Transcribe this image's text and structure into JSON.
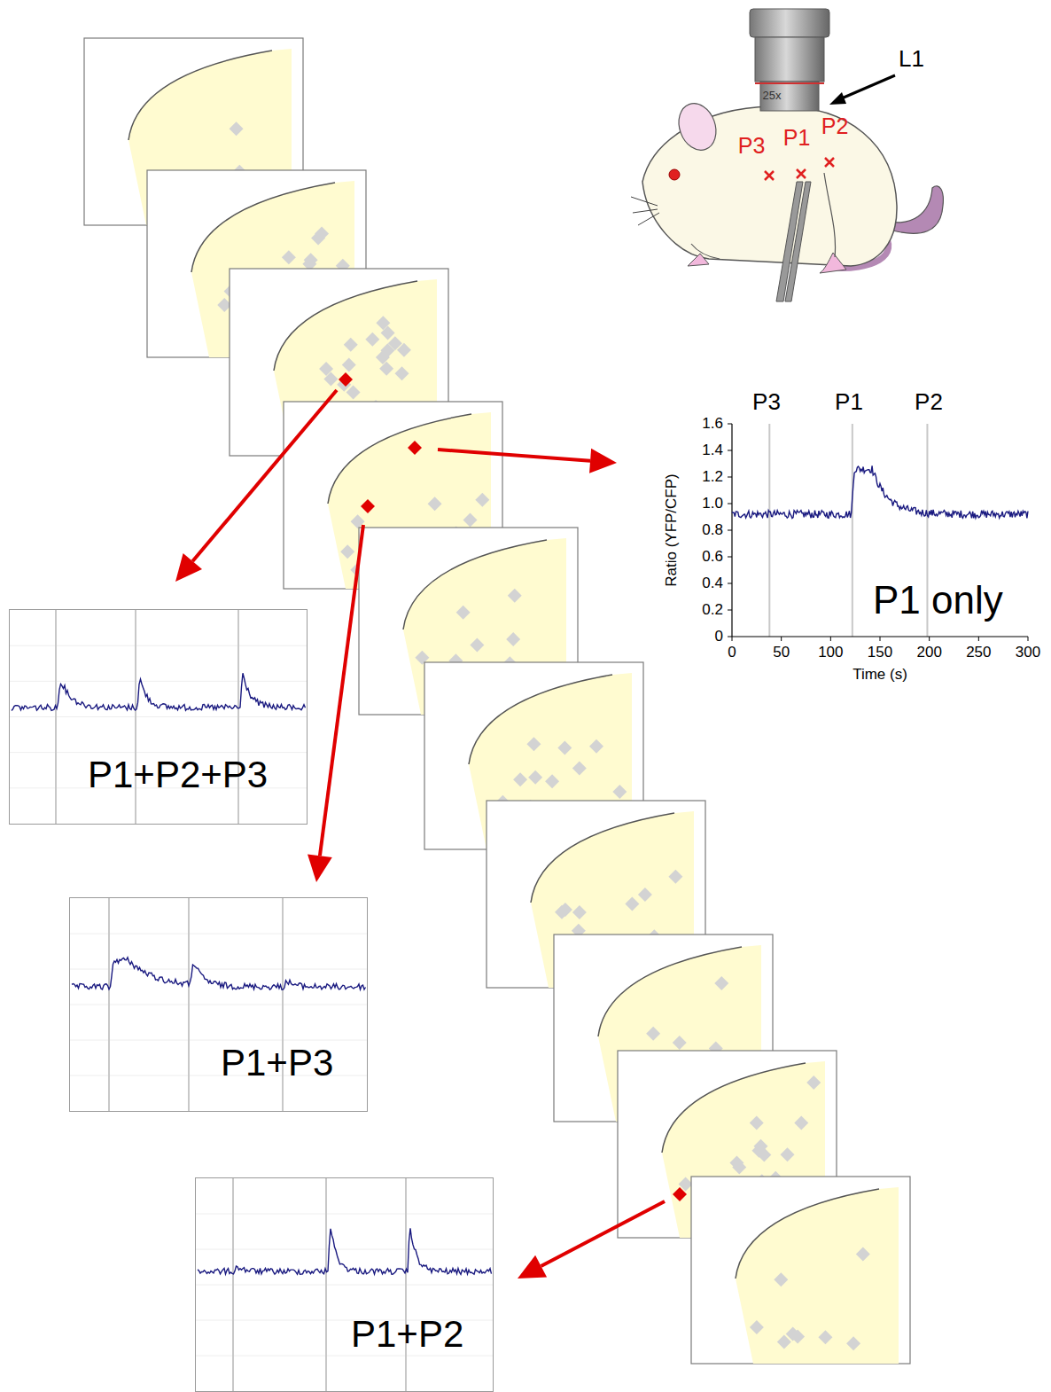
{
  "diagram": {
    "nodes": [
      {
        "text": [
          "P1 only"
        ]
      },
      {
        "text": [
          "P1+P2+P3"
        ]
      },
      {
        "text": [
          "P1+P3"
        ]
      },
      {
        "text": [
          "P1+P2"
        ]
      }
    ],
    "labels": [
      "L1",
      "25x",
      "P3",
      "P1",
      "P2",
      "P3",
      "P1",
      "P2",
      "1.6",
      "1.4",
      "1.2",
      "1.0",
      "0.8",
      "0.6",
      "0.4",
      "0.2",
      "0",
      "0",
      "50",
      "100",
      "150",
      "200",
      "250",
      "300",
      "Ratio (YFP/CFP)",
      "Time (s)"
    ]
  }
}
